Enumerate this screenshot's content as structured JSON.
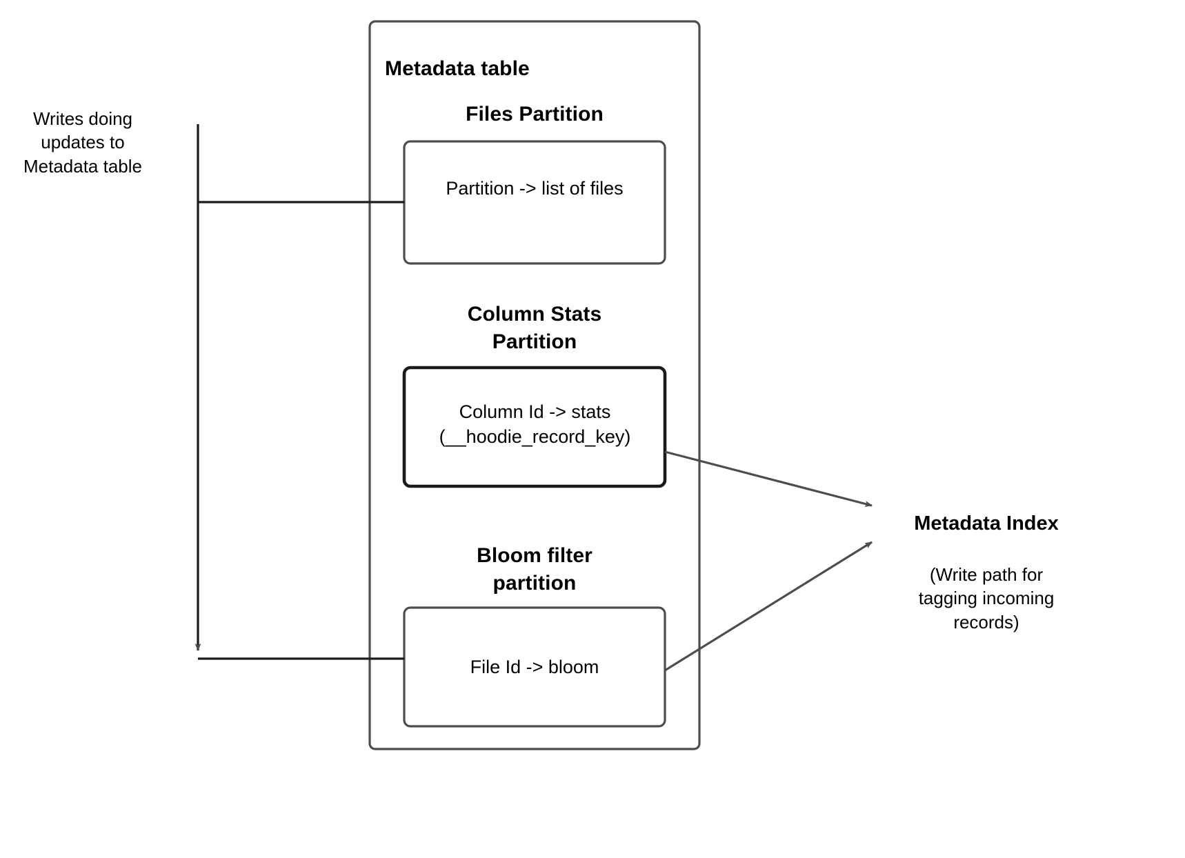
{
  "diagram": {
    "title": "Metadata table",
    "left_annotation": "Writes doing\nupdates to\nMetadata table",
    "partitions": [
      {
        "heading": "Files Partition",
        "body": "Partition -> list of files"
      },
      {
        "heading": "Column Stats\nPartition",
        "body": "Column Id  -> stats\n(__hoodie_record_key)"
      },
      {
        "heading": "Bloom filter\npartition",
        "body": "File Id -> bloom"
      }
    ],
    "right_node": {
      "title": "Metadata Index",
      "note": "(Write path for\ntagging incoming\nrecords)"
    },
    "colors": {
      "stroke": "#4d4d4d",
      "stroke_dark": "#1a1a1a",
      "text": "#000000",
      "background": "#ffffff",
      "arrow_fill": "#4d4d4d"
    }
  }
}
